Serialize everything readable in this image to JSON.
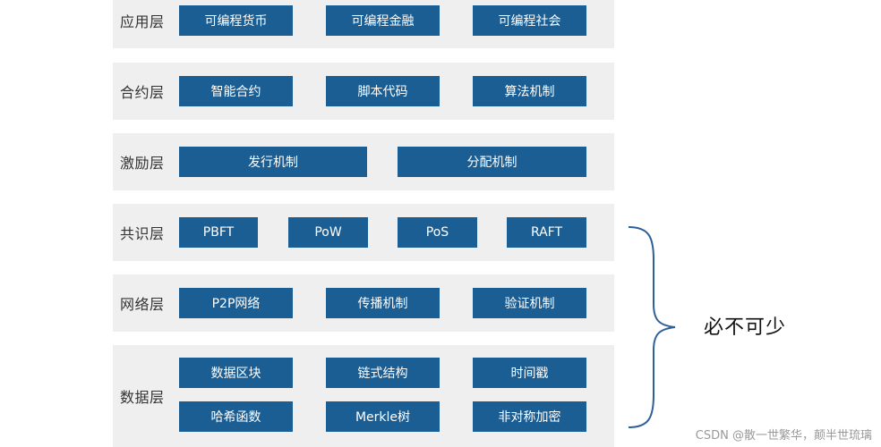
{
  "layers": [
    {
      "label": "应用层",
      "items": [
        "可编程货币",
        "可编程金融",
        "可编程社会"
      ]
    },
    {
      "label": "合约层",
      "items": [
        "智能合约",
        "脚本代码",
        "算法机制"
      ]
    },
    {
      "label": "激励层",
      "items": [
        "发行机制",
        "分配机制"
      ]
    },
    {
      "label": "共识层",
      "items": [
        "PBFT",
        "PoW",
        "PoS",
        "RAFT"
      ]
    },
    {
      "label": "网络层",
      "items": [
        "P2P网络",
        "传播机制",
        "验证机制"
      ]
    },
    {
      "label": "数据层",
      "items": [
        "数据区块",
        "链式结构",
        "时间戳",
        "哈希函数",
        "Merkle树",
        "非对称加密"
      ]
    }
  ],
  "brace_label": "必不可少",
  "watermark": "CSDN @散一世繁华，颠半世琉璃",
  "colors": {
    "box": "#1b5e93",
    "layer_bg": "#efefef",
    "box_text": "#ffffff"
  }
}
